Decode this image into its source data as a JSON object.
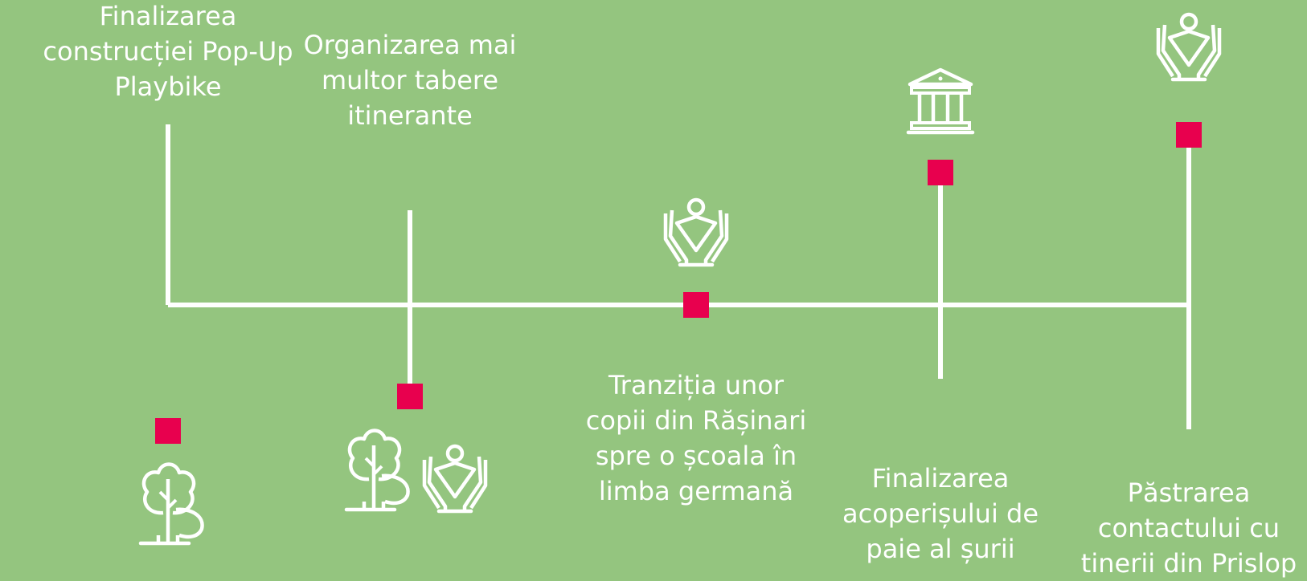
{
  "milestones": [
    {
      "lines": [
        "Finalizarea",
        "construcției Pop-Up",
        "Playbike"
      ],
      "icons": [
        "tree-icon"
      ]
    },
    {
      "lines": [
        "Organizarea mai",
        "multor tabere",
        "itinerante"
      ],
      "icons": [
        "tree-icon",
        "caring-hands-icon"
      ]
    },
    {
      "lines": [
        "Tranziția unor",
        "copii din Rășinari",
        "spre o școala în",
        "limba germană"
      ],
      "icons": [
        "caring-hands-icon"
      ]
    },
    {
      "lines": [
        "Finalizarea",
        "acoperișului de",
        "paie al șurii"
      ],
      "icons": [
        "institution-icon"
      ]
    },
    {
      "lines": [
        "Păstrarea",
        "contactului cu",
        "tinerii din Prislop"
      ],
      "icons": [
        "caring-hands-icon"
      ]
    }
  ],
  "colors": {
    "background": "#94c57f",
    "line": "#ffffff",
    "marker": "#e8004e"
  }
}
